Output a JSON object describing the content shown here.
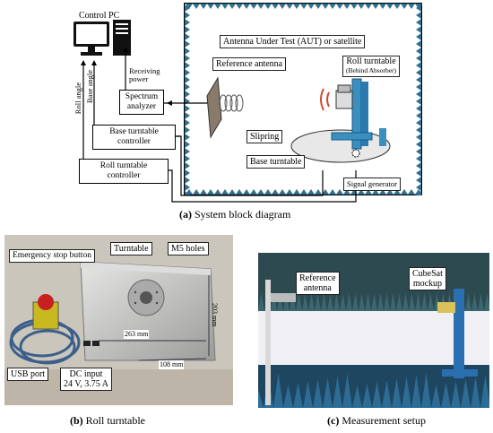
{
  "block_diagram": {
    "control_pc": "Control PC",
    "receiving_power_line1": "Receiving",
    "receiving_power_line2": "power",
    "spectrum_line1": "Spectrum",
    "spectrum_line2": "analyzer",
    "base_ctrl_line1": "Base turntable",
    "base_ctrl_line2": "controller",
    "roll_ctrl_line1": "Roll turntable",
    "roll_ctrl_line2": "controller",
    "roll_angle": "Roll angle",
    "base_angle": "Base angle",
    "reference_antenna": "Reference antenna",
    "aut": "Antenna Under Test (AUT) or satellite",
    "roll_turntable": "Roll turntable",
    "behind_absorber": "(Behind Absorber)",
    "slipring": "Slipring",
    "base_turntable": "Base turntable",
    "signal_generator": "Signal generator",
    "caption_letter": "(a)",
    "caption_text": " System block diagram"
  },
  "roll_photo": {
    "emergency": "Emergency stop button",
    "turntable": "Turntable",
    "m5": "M5 holes",
    "usb": "USB port",
    "dc_line1": "DC input",
    "dc_line2": "24 V, 3.75 A",
    "dim_263": "263 mm",
    "dim_203": "203 mm",
    "dim_108": "108 mm",
    "caption_letter": "(b)",
    "caption_text": " Roll turntable"
  },
  "setup_photo": {
    "ref_line1": "Reference",
    "ref_line2": "antenna",
    "cubesat_line1": "CubeSat",
    "cubesat_line2": "mockup",
    "caption_letter": "(c)",
    "caption_text": " Measurement setup"
  },
  "colors": {
    "chamber_border": "#000000",
    "absorber": "#2f6f8f",
    "turntable_blue": "#3a8fc0",
    "signal_red": "#d14a2b"
  }
}
